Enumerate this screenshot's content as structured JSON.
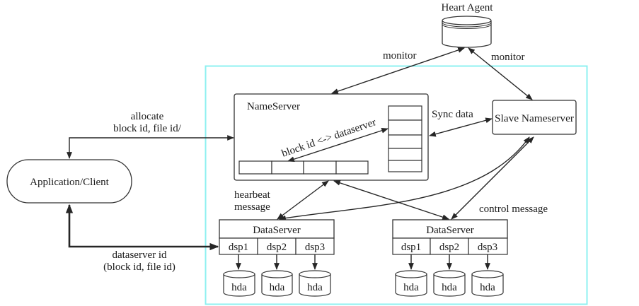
{
  "diagram": {
    "title": "Distributed file system architecture",
    "heart_agent": {
      "label": "Heart Agent"
    },
    "name_server": {
      "label": "NameServer",
      "mapping_label": "block id <-> dataserver",
      "block_cells": 4,
      "dataserver_cells": 5
    },
    "slave_nameserver": {
      "label": "Slave Nameserver"
    },
    "client": {
      "label": "Application/Client"
    },
    "data_servers": [
      {
        "label": "DataServer",
        "partitions": [
          "dsp1",
          "dsp2",
          "dsp3"
        ],
        "disks": [
          "hda",
          "hda",
          "hda"
        ]
      },
      {
        "label": "DataServer",
        "partitions": [
          "dsp1",
          "dsp2",
          "dsp3"
        ],
        "disks": [
          "hda",
          "hda",
          "hda"
        ]
      }
    ],
    "edges": {
      "monitor_left": "monitor",
      "monitor_right": "monitor",
      "sync": "Sync data",
      "allocate_line1": "allocate",
      "allocate_line2": "block id, file id/",
      "heartbeat_line1": "hearbeat",
      "heartbeat_line2": "message",
      "control": "control message",
      "dataserver_id_line1": "dataserver id",
      "dataserver_id_line2": "(block id, file id)"
    },
    "colors": {
      "cluster_border": "#8ef0f0",
      "stroke": "#333333"
    }
  }
}
